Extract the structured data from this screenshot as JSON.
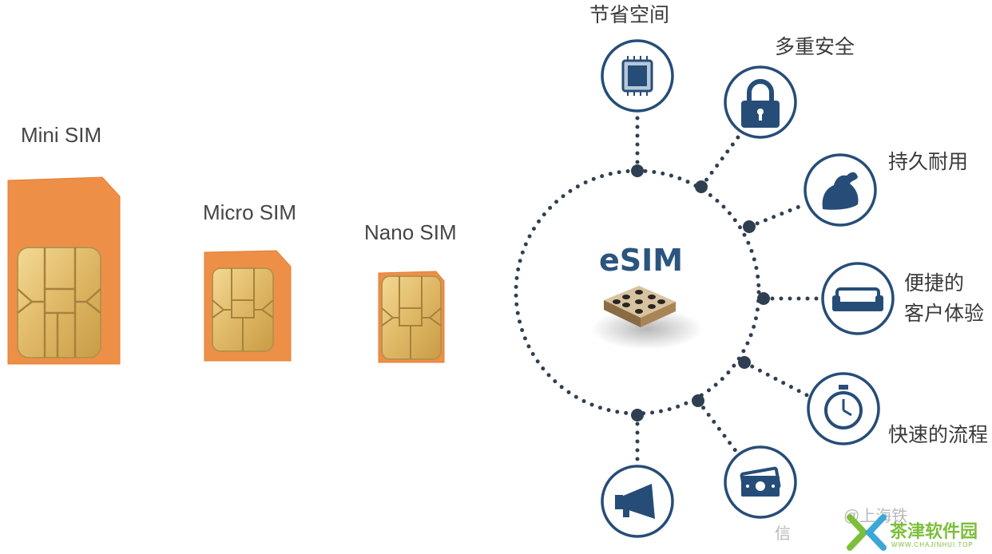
{
  "sim_cards": [
    {
      "label": "Mini SIM"
    },
    {
      "label": "Micro SIM"
    },
    {
      "label": "Nano SIM"
    }
  ],
  "center": {
    "title": "eSIM"
  },
  "features": [
    {
      "label": "节省空间",
      "icon": "chip-icon"
    },
    {
      "label": "多重安全",
      "icon": "lock-icon"
    },
    {
      "label": "持久耐用",
      "icon": "muscle-arm-icon"
    },
    {
      "label_line1": "便捷的",
      "label_line2": "客户体验",
      "icon": "sofa-icon"
    },
    {
      "label": "快速的流程",
      "icon": "stopwatch-icon"
    },
    {
      "label": "",
      "icon": "money-icon"
    },
    {
      "label": "",
      "icon": "megaphone-icon"
    }
  ],
  "watermark": {
    "faint_text": "@上海铁",
    "faint_text2": "信",
    "brand": "茶津软件园",
    "url": "WWW.CHAJINHUI.TOP"
  },
  "colors": {
    "sim_orange": "#ee8f48",
    "chip_gold": "#e4c37a",
    "navy": "#264d78",
    "dots": "#2f3f52",
    "watermark_green": "#7cbf3c"
  }
}
